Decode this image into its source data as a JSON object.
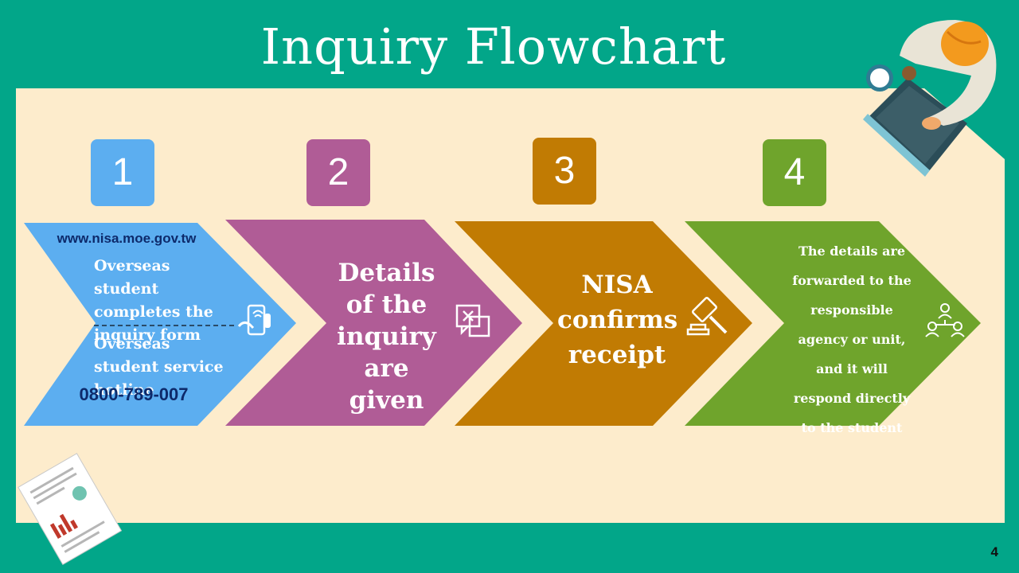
{
  "title": "Inquiry Flowchart",
  "page_number": "4",
  "colors": {
    "background": "#02a689",
    "panel": "#fdeccc",
    "step1": "#5caef0",
    "step2": "#b05c96",
    "step3": "#c17b03",
    "step4": "#6fa42c"
  },
  "steps": [
    {
      "number": "1",
      "website": "www.nisa.moe.gov.tw",
      "line_a": "Overseas student completes the inquiry form",
      "line_b": "Overseas student service hotline",
      "phone": "0800-789-007",
      "icon": "phone-hand-icon"
    },
    {
      "number": "2",
      "text": "Details of the inquiry are given",
      "icon": "chat-bubbles-icon"
    },
    {
      "number": "3",
      "text": "NISA confirms receipt",
      "icon": "gavel-icon"
    },
    {
      "number": "4",
      "text": "The details are forwarded to the responsible agency or unit, and it will respond directly to the student",
      "icon": "organization-people-icon"
    }
  ]
}
